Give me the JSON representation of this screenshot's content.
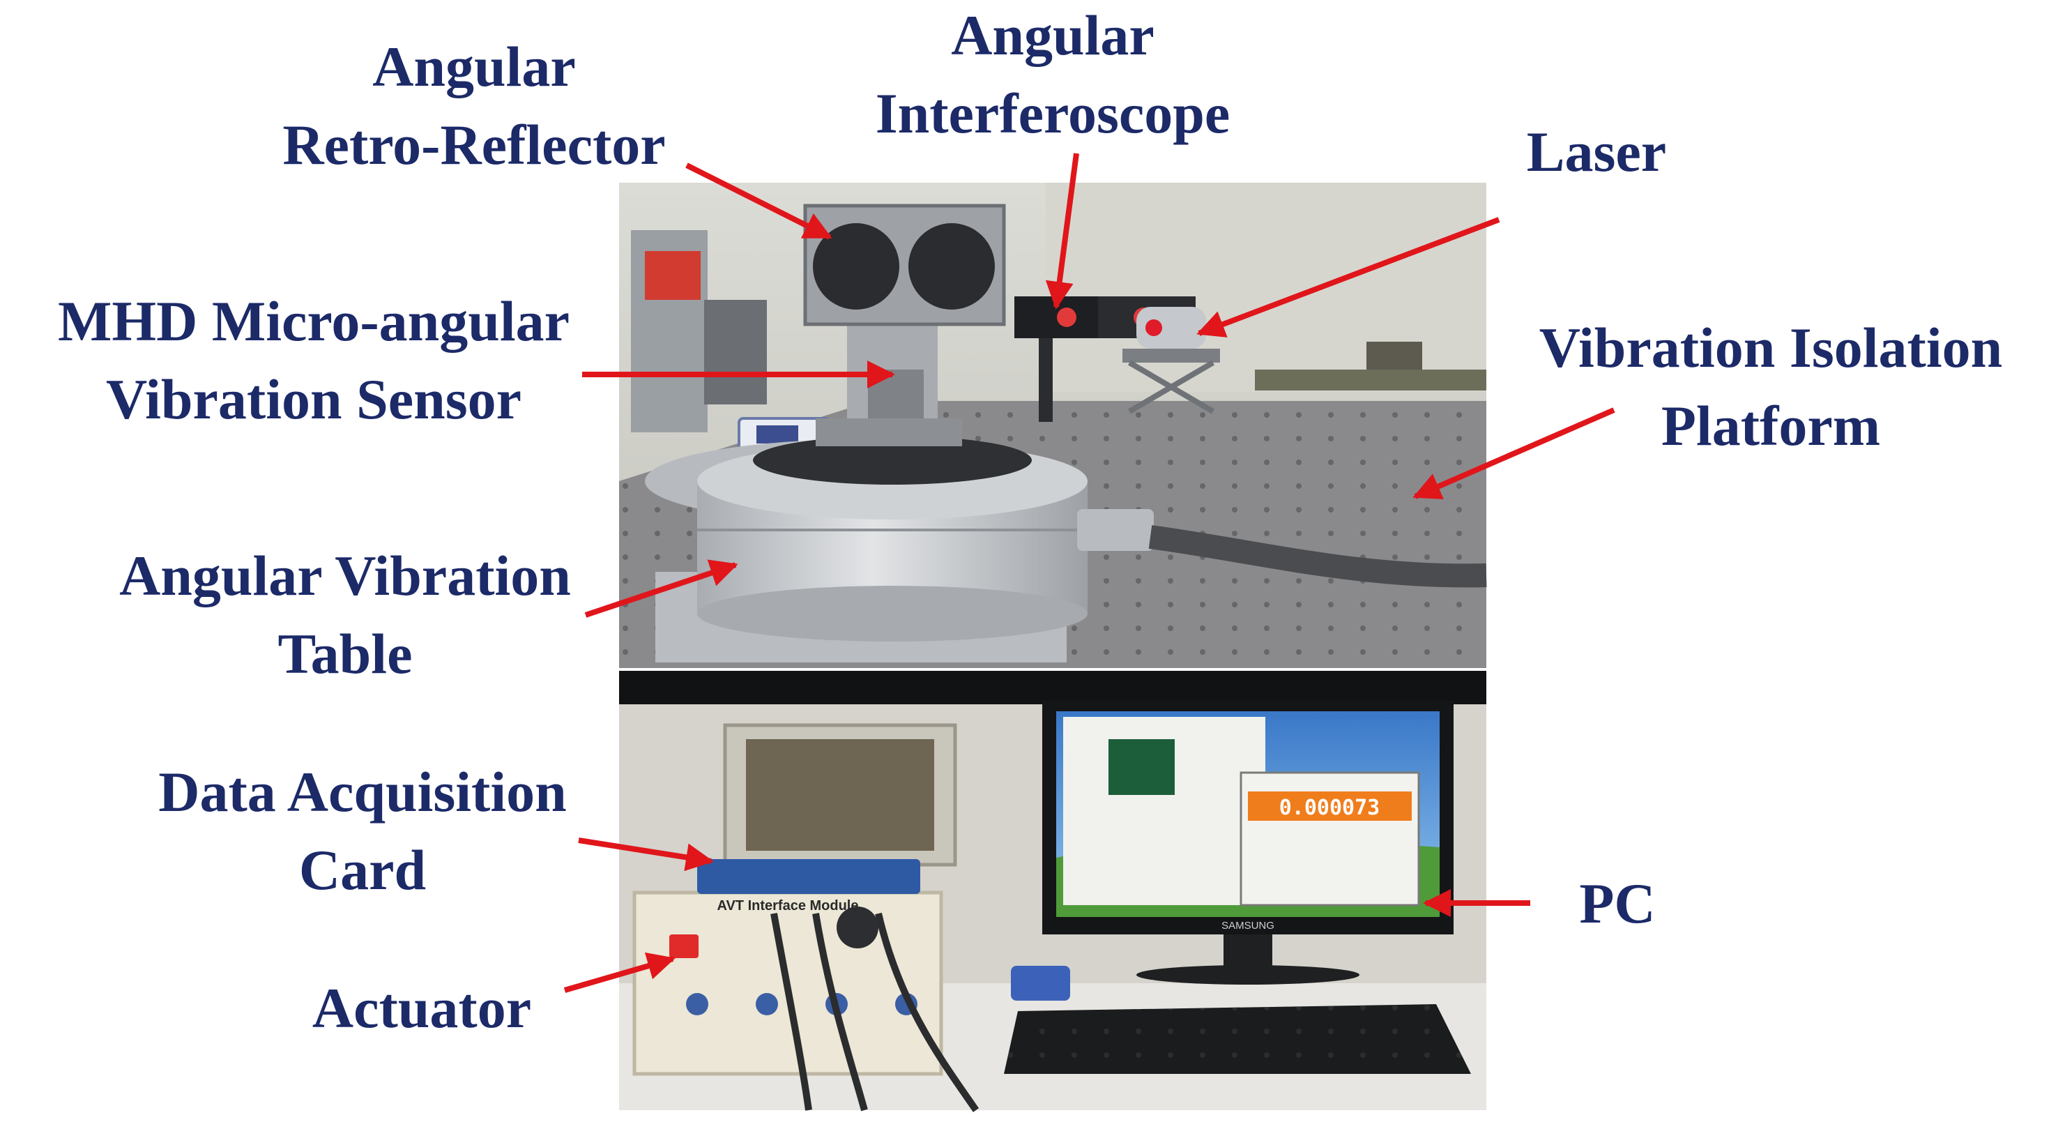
{
  "labels": {
    "angular_retro_reflector": {
      "line1": "Angular",
      "line2": "Retro-Reflector"
    },
    "angular_interferoscope": {
      "line1": "Angular",
      "line2": "Interferoscope"
    },
    "laser": {
      "line1": "Laser"
    },
    "mhd_sensor": {
      "line1": "MHD Micro-angular",
      "line2": "Vibration Sensor"
    },
    "vibration_isolation_platform": {
      "line1": "Vibration Isolation",
      "line2": "Platform"
    },
    "angular_vibration_table": {
      "line1": "Angular Vibration",
      "line2": "Table"
    },
    "data_acquisition_card": {
      "line1": "Data Acquisition",
      "line2": "Card"
    },
    "pc": {
      "line1": "PC"
    },
    "actuator": {
      "line1": "Actuator"
    }
  },
  "screen_readout": "0.000073",
  "device_text": {
    "interface_module": "AVT Interface Module",
    "monitor_brand": "SAMSUNG"
  },
  "colors": {
    "label_text": "#1c2a68",
    "arrow": "#e0161b",
    "platform_surface": "#8a8a8c",
    "aluminum": "#c9ccd0",
    "readout_panel": "#f07d1c"
  }
}
